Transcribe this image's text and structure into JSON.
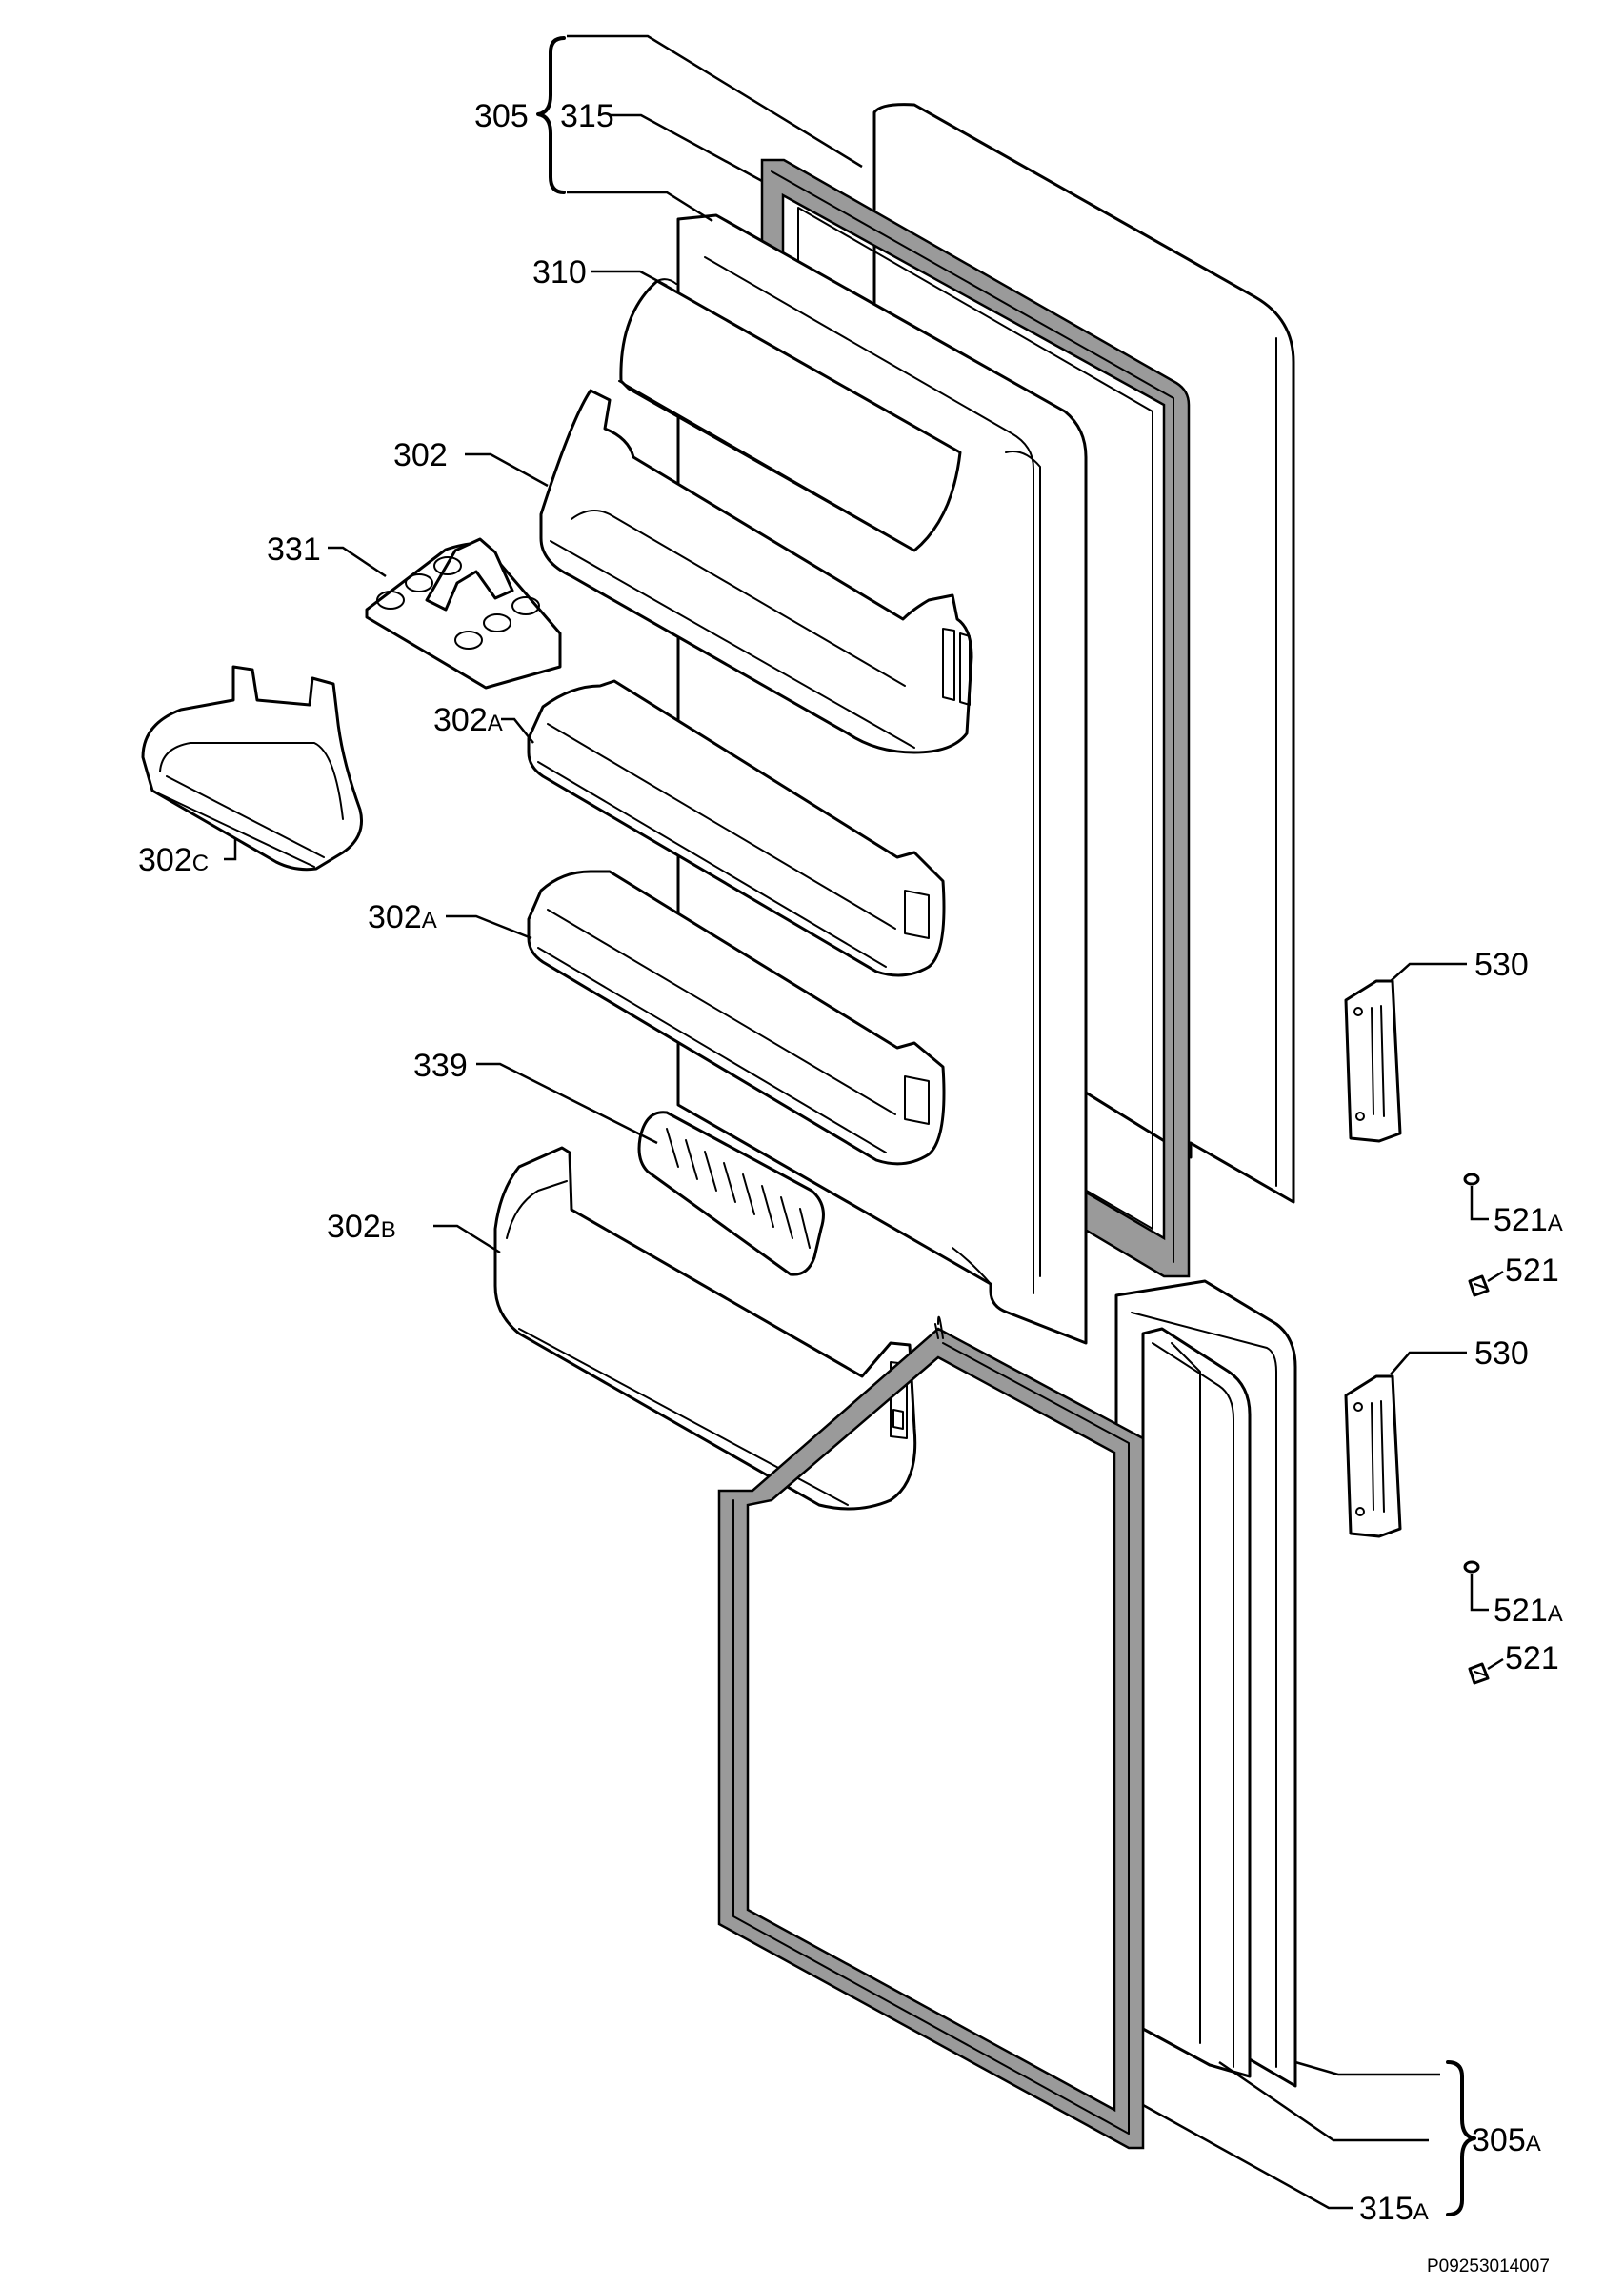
{
  "labels": {
    "l305": "305",
    "l315": "315",
    "l310": "310",
    "l302": "302",
    "l331": "331",
    "l302A_1": "302",
    "l302A_1_suffix": "A",
    "l302C": "302",
    "l302C_suffix": "C",
    "l302A_2": "302",
    "l302A_2_suffix": "A",
    "l339": "339",
    "l302B": "302",
    "l302B_suffix": "B",
    "l530_1": "530",
    "l521A_1": "521",
    "l521A_1_suffix": "A",
    "l521_1": "521",
    "l530_2": "530",
    "l521A_2": "521",
    "l521A_2_suffix": "A",
    "l521_2": "521",
    "l305A": "305",
    "l305A_suffix": "A",
    "l315A": "315",
    "l315A_suffix": "A"
  },
  "footer": {
    "code": "P09253014007"
  }
}
